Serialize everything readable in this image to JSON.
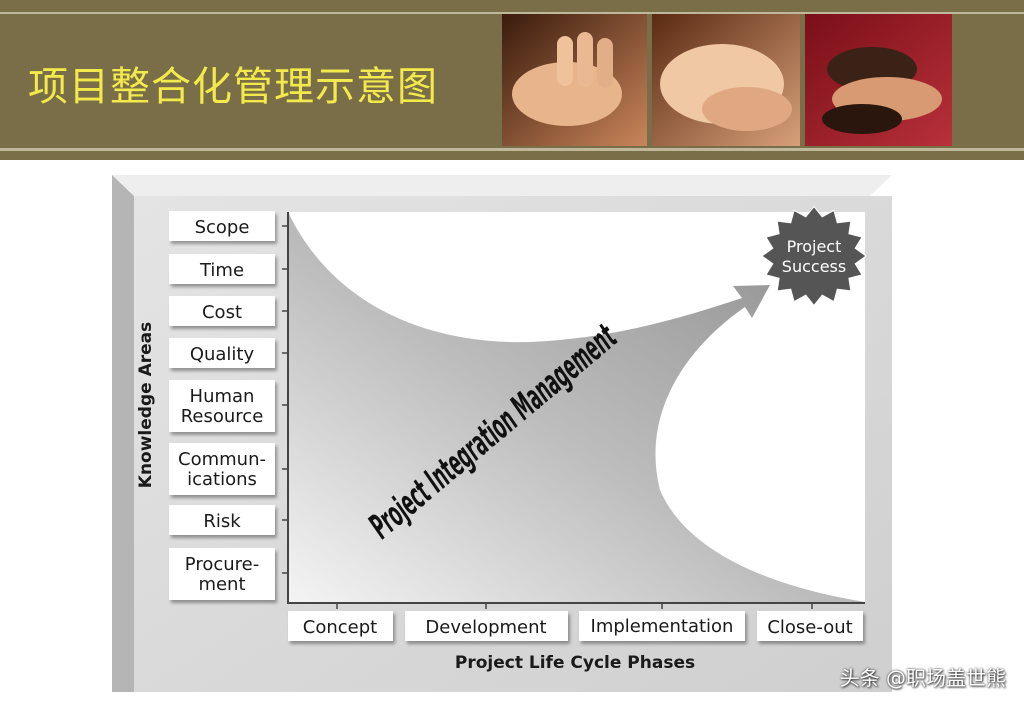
{
  "header": {
    "title": "项目整合化管理示意图",
    "photos": [
      "hands-photo-1",
      "hands-photo-2",
      "hands-photo-3"
    ]
  },
  "diagram": {
    "knowledge_areas": [
      [
        "Scope"
      ],
      [
        "Time"
      ],
      [
        "Cost"
      ],
      [
        "Quality"
      ],
      [
        "Human",
        "Resource"
      ],
      [
        "Commun-",
        "ications"
      ],
      [
        "Risk"
      ],
      [
        "Procure-",
        "ment"
      ]
    ],
    "phases": [
      "Concept",
      "Development",
      "Implementation",
      "Close-out"
    ],
    "y_axis_title": "Knowledge Areas",
    "x_axis_title": "Project Life Cycle Phases",
    "arrow_label": "Project  Integration Management",
    "goal_badge": [
      "Project",
      "Success"
    ]
  },
  "watermark": "头条 @职场盖世熊",
  "colors": {
    "header_bg": "#7a6e48",
    "title": "#f2e94a",
    "badge": "#555555"
  }
}
